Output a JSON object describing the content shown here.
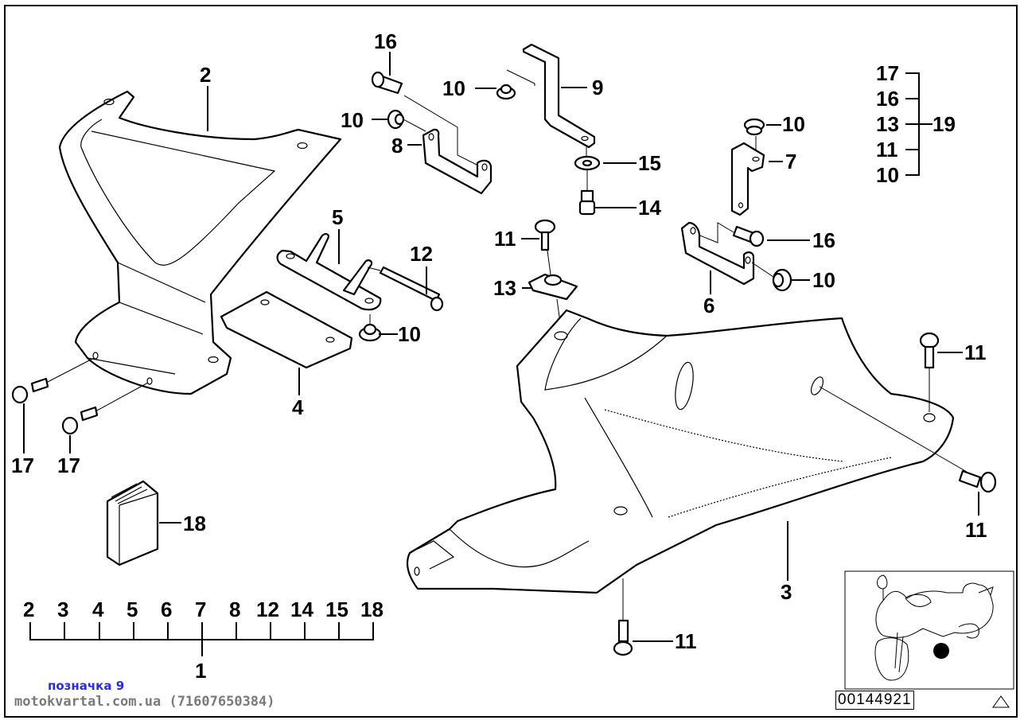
{
  "diagram": {
    "title": "Lower fairing parts diagram",
    "reference_number": "00144921",
    "watermark_line1": "позначка 9",
    "watermark_line2": "motokvartal.com.ua (71607650384)",
    "warning_icon": "triangle-warning-icon",
    "callouts": {
      "c2": "2",
      "c3": "3",
      "c4": "4",
      "c5": "5",
      "c6": "6",
      "c7": "7",
      "c8": "8",
      "c9": "9",
      "c10a": "10",
      "c10b": "10",
      "c10c": "10",
      "c10d": "10",
      "c10e": "10",
      "c11a": "11",
      "c11b": "11",
      "c11c": "11",
      "c11d": "11",
      "c12": "12",
      "c13": "13",
      "c14": "14",
      "c15": "15",
      "c16a": "16",
      "c16b": "16",
      "c17a": "17",
      "c17b": "17",
      "c18": "18"
    },
    "kit_19": {
      "label": "19",
      "members": [
        "17",
        "16",
        "13",
        "11",
        "10"
      ]
    },
    "kit_1": {
      "label": "1",
      "members": [
        "2",
        "3",
        "4",
        "5",
        "6",
        "7",
        "8",
        "12",
        "14",
        "15",
        "18"
      ]
    },
    "locator": {
      "icon": "motorcycle-outline-icon",
      "marker": "location-dot-icon"
    }
  }
}
